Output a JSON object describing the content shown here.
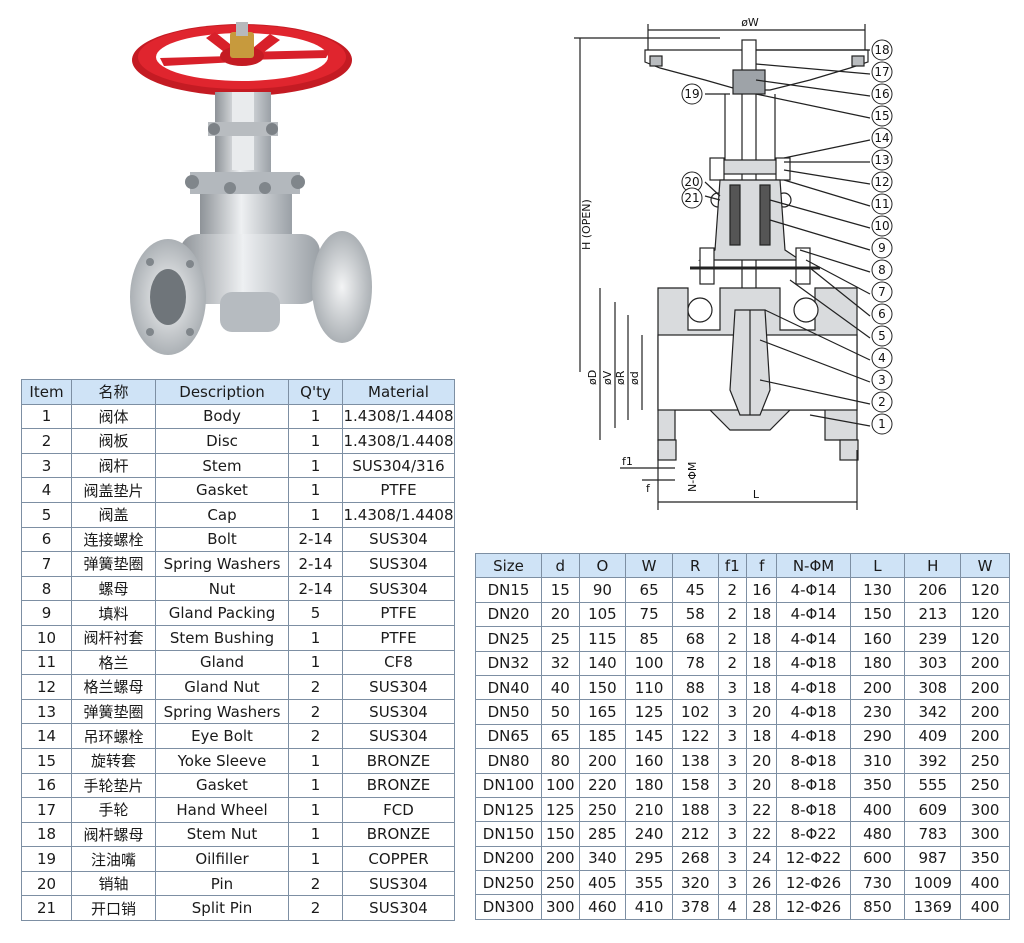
{
  "parts_table": {
    "headers": [
      "Item",
      "名称",
      "Description",
      "Q'ty",
      "Material"
    ],
    "rows": [
      [
        "1",
        "阀体",
        "Body",
        "1",
        "1.4308/1.4408"
      ],
      [
        "2",
        "阀板",
        "Disc",
        "1",
        "1.4308/1.4408"
      ],
      [
        "3",
        "阀杆",
        "Stem",
        "1",
        "SUS304/316"
      ],
      [
        "4",
        "阀盖垫片",
        "Gasket",
        "1",
        "PTFE"
      ],
      [
        "5",
        "阀盖",
        "Cap",
        "1",
        "1.4308/1.4408"
      ],
      [
        "6",
        "连接螺栓",
        "Bolt",
        "2-14",
        "SUS304"
      ],
      [
        "7",
        "弹簧垫圈",
        "Spring Washers",
        "2-14",
        "SUS304"
      ],
      [
        "8",
        "螺母",
        "Nut",
        "2-14",
        "SUS304"
      ],
      [
        "9",
        "填料",
        "Gland Packing",
        "5",
        "PTFE"
      ],
      [
        "10",
        "阀杆衬套",
        "Stem Bushing",
        "1",
        "PTFE"
      ],
      [
        "11",
        "格兰",
        "Gland",
        "1",
        "CF8"
      ],
      [
        "12",
        "格兰螺母",
        "Gland Nut",
        "2",
        "SUS304"
      ],
      [
        "13",
        "弹簧垫圈",
        "Spring Washers",
        "2",
        "SUS304"
      ],
      [
        "14",
        "吊环螺栓",
        "Eye Bolt",
        "2",
        "SUS304"
      ],
      [
        "15",
        "旋转套",
        "Yoke Sleeve",
        "1",
        "BRONZE"
      ],
      [
        "16",
        "手轮垫片",
        "Gasket",
        "1",
        "BRONZE"
      ],
      [
        "17",
        "手轮",
        "Hand Wheel",
        "1",
        "FCD"
      ],
      [
        "18",
        "阀杆螺母",
        "Stem Nut",
        "1",
        "BRONZE"
      ],
      [
        "19",
        "注油嘴",
        "Oilfiller",
        "1",
        "COPPER"
      ],
      [
        "20",
        "销轴",
        "Pin",
        "2",
        "SUS304"
      ],
      [
        "21",
        "开口销",
        "Split Pin",
        "2",
        "SUS304"
      ]
    ]
  },
  "size_table": {
    "headers": [
      "Size",
      "d",
      "O",
      "W",
      "R",
      "f1",
      "f",
      "N-ΦM",
      "L",
      "H",
      "W"
    ],
    "rows": [
      [
        "DN15",
        "15",
        "90",
        "65",
        "45",
        "2",
        "16",
        "4-Φ14",
        "130",
        "206",
        "120"
      ],
      [
        "DN20",
        "20",
        "105",
        "75",
        "58",
        "2",
        "18",
        "4-Φ14",
        "150",
        "213",
        "120"
      ],
      [
        "DN25",
        "25",
        "115",
        "85",
        "68",
        "2",
        "18",
        "4-Φ14",
        "160",
        "239",
        "120"
      ],
      [
        "DN32",
        "32",
        "140",
        "100",
        "78",
        "2",
        "18",
        "4-Φ18",
        "180",
        "303",
        "200"
      ],
      [
        "DN40",
        "40",
        "150",
        "110",
        "88",
        "3",
        "18",
        "4-Φ18",
        "200",
        "308",
        "200"
      ],
      [
        "DN50",
        "50",
        "165",
        "125",
        "102",
        "3",
        "20",
        "4-Φ18",
        "230",
        "342",
        "200"
      ],
      [
        "DN65",
        "65",
        "185",
        "145",
        "122",
        "3",
        "18",
        "4-Φ18",
        "290",
        "409",
        "200"
      ],
      [
        "DN80",
        "80",
        "200",
        "160",
        "138",
        "3",
        "20",
        "8-Φ18",
        "310",
        "392",
        "250"
      ],
      [
        "DN100",
        "100",
        "220",
        "180",
        "158",
        "3",
        "20",
        "8-Φ18",
        "350",
        "555",
        "250"
      ],
      [
        "DN125",
        "125",
        "250",
        "210",
        "188",
        "3",
        "22",
        "8-Φ18",
        "400",
        "609",
        "300"
      ],
      [
        "DN150",
        "150",
        "285",
        "240",
        "212",
        "3",
        "22",
        "8-Φ22",
        "480",
        "783",
        "300"
      ],
      [
        "DN200",
        "200",
        "340",
        "295",
        "268",
        "3",
        "24",
        "12-Φ22",
        "600",
        "987",
        "350"
      ],
      [
        "DN250",
        "250",
        "405",
        "355",
        "320",
        "3",
        "26",
        "12-Φ26",
        "730",
        "1009",
        "400"
      ],
      [
        "DN300",
        "300",
        "460",
        "410",
        "378",
        "4",
        "28",
        "12-Φ26",
        "850",
        "1369",
        "400"
      ]
    ]
  },
  "drawing": {
    "top_dim": "øW",
    "height_dim": "H (OPEN)",
    "dia_labels": [
      "øD",
      "øV",
      "øR",
      "ød"
    ],
    "bottom_dims": [
      "f1",
      "f",
      "N-ΦM",
      "L"
    ],
    "callouts": [
      "18",
      "17",
      "16",
      "15",
      "14",
      "13",
      "12",
      "11",
      "10",
      "9",
      "8",
      "7",
      "6",
      "5",
      "4",
      "3",
      "2",
      "1"
    ],
    "left_callouts": [
      "19",
      "20",
      "21"
    ]
  },
  "colors": {
    "header_bg": "#cfe3f6",
    "handwheel": "#d8202a",
    "steel": "#c9ccd0",
    "line": "#222222"
  }
}
